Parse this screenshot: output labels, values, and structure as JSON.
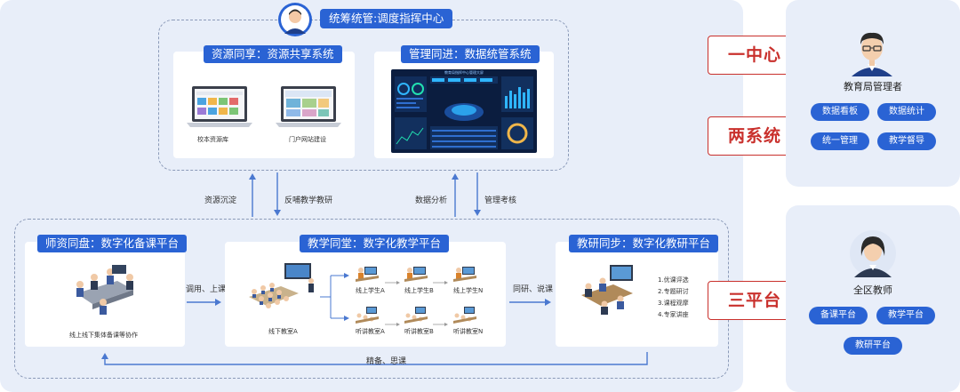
{
  "center": {
    "title": "统筹统管:调度指挥中心"
  },
  "sys_resource": {
    "title": "资源同享：资源共享系统",
    "items": [
      "校本资源库",
      "门户网站建设"
    ]
  },
  "sys_manage": {
    "title": "管理同进：数据统管系统",
    "screen_title": "教育局指挥中心管理大屏"
  },
  "flows": {
    "up_left": "资源沉淀",
    "down_left": "反哺教学教研",
    "up_right": "数据分析",
    "down_right": "管理考核",
    "call": "调用、上课",
    "sync": "同研、说课",
    "feedback": "精备、思课"
  },
  "platforms": {
    "prep": {
      "title": "师资同盘：数字化备课平台",
      "caption": "线上线下集体备课等协作"
    },
    "teach": {
      "title": "教学同堂：数字化教学平台",
      "class_label": "线下教室A",
      "online": [
        "线上学生A",
        "线上学生B",
        "线上学生N"
      ],
      "remote": [
        "听讲教室A",
        "听讲教室B",
        "听讲教室N"
      ]
    },
    "research": {
      "title": "教研同步：数字化教研平台",
      "list": [
        "1.优课评选",
        "2.专题研讨",
        "3.课程观摩",
        "4.专家讲座"
      ]
    }
  },
  "labels": {
    "one_center": "一中心",
    "two_systems": "两系统",
    "three_platforms": "三平台"
  },
  "admin": {
    "name": "教育局管理者",
    "buttons": [
      "数据看板",
      "数据统计",
      "统一管理",
      "教学督导"
    ]
  },
  "teacher": {
    "name": "全区教师",
    "buttons": [
      "备课平台",
      "教学平台",
      "教研平台"
    ]
  },
  "colors": {
    "primary": "#2a63d4",
    "accent_red": "#c9302c",
    "panel": "#e8eef9",
    "arrow": "#4a78d0"
  }
}
